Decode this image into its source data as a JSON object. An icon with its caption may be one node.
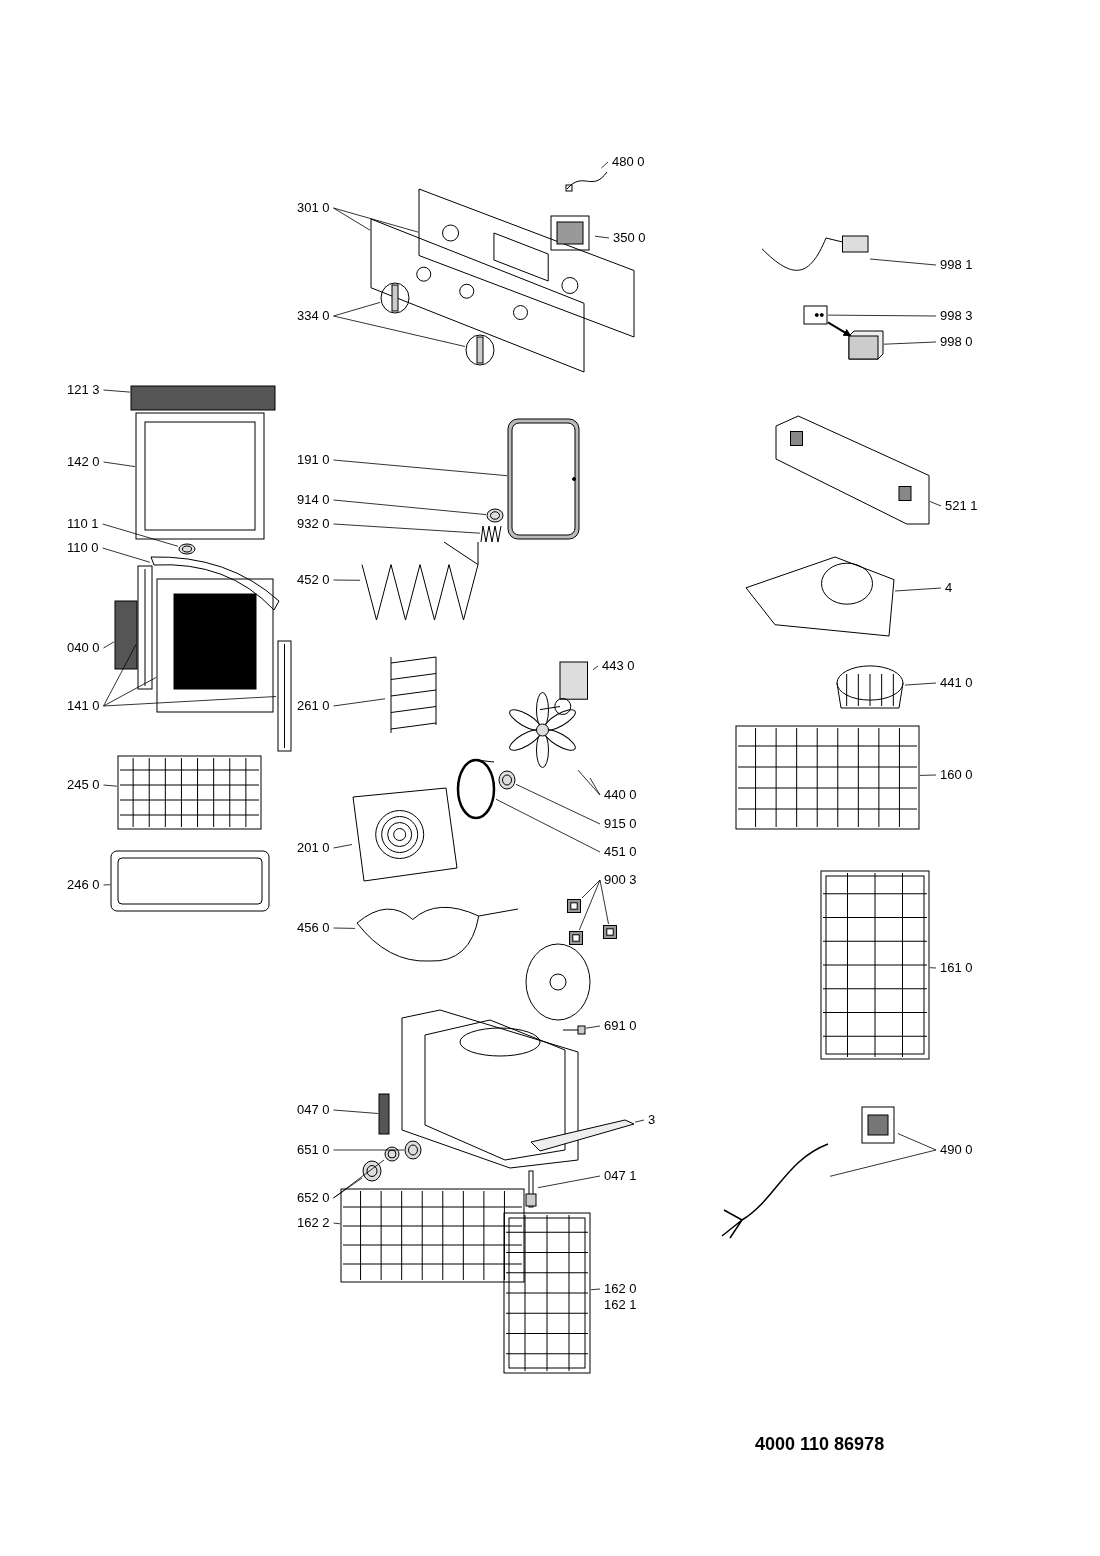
{
  "diagram": {
    "nodes": [
      {
        "text": [
          "480 0"
        ]
      },
      {
        "text": [],
        "shape": "picture"
      },
      {
        "text": [
          "301 0"
        ]
      },
      {
        "text": [],
        "shape": "picture"
      },
      {
        "text": [],
        "shape": "picture"
      },
      {
        "text": [
          "350 0"
        ]
      },
      {
        "text": [],
        "shape": "picture"
      },
      {
        "text": [
          "334 0"
        ]
      },
      {
        "text": [],
        "shape": "picture"
      },
      {
        "text": [],
        "shape": "picture"
      },
      {
        "text": [
          "998 1"
        ]
      },
      {
        "text": [],
        "shape": "picture"
      },
      {
        "text": [
          "998 3"
        ]
      },
      {
        "text": [],
        "shape": "picture"
      },
      {
        "text": [
          "998 0"
        ]
      },
      {
        "text": [],
        "shape": "picture"
      },
      {
        "text": [
          "121 3"
        ]
      },
      {
        "text": [],
        "shape": "bar"
      },
      {
        "text": [
          "142 0"
        ]
      },
      {
        "text": [],
        "shape": "picture"
      },
      {
        "text": [
          "191 0"
        ]
      },
      {
        "text": [],
        "shape": "picture"
      },
      {
        "text": [
          "914 0"
        ]
      },
      {
        "text": [],
        "shape": "picture"
      },
      {
        "text": [
          "932 0"
        ]
      },
      {
        "text": [],
        "shape": "picture"
      },
      {
        "text": [
          "110 1"
        ]
      },
      {
        "text": [],
        "shape": "picture"
      },
      {
        "text": [
          "110 0"
        ]
      },
      {
        "text": [],
        "shape": "picture"
      },
      {
        "text": [
          "452 0"
        ]
      },
      {
        "text": [],
        "shape": "picture"
      },
      {
        "text": [
          "040 0"
        ]
      },
      {
        "text": [],
        "shape": "bar"
      },
      {
        "text": [
          "141 0"
        ]
      },
      {
        "text": [],
        "shape": "picture"
      },
      {
        "text": [],
        "shape": "picture"
      },
      {
        "text": [],
        "shape": "picture"
      },
      {
        "text": [
          "261 0"
        ]
      },
      {
        "text": [],
        "shape": "picture"
      },
      {
        "text": [
          "443 0"
        ]
      },
      {
        "text": [],
        "shape": "picture"
      },
      {
        "text": [
          "440 0"
        ]
      },
      {
        "text": [],
        "shape": "picture"
      },
      {
        "text": [
          "915 0"
        ]
      },
      {
        "text": [],
        "shape": "picture"
      },
      {
        "text": [
          "201 0"
        ]
      },
      {
        "text": [],
        "shape": "picture"
      },
      {
        "text": [
          "451 0"
        ]
      },
      {
        "text": [],
        "shape": "picture"
      },
      {
        "text": [
          "245 0"
        ]
      },
      {
        "text": [],
        "shape": "picture"
      },
      {
        "text": [
          "246 0"
        ]
      },
      {
        "text": [],
        "shape": "picture"
      },
      {
        "text": [
          "900 3"
        ]
      },
      {
        "text": [],
        "shape": "box"
      },
      {
        "text": [],
        "shape": "box"
      },
      {
        "text": [],
        "shape": "box"
      },
      {
        "text": [
          "456 0"
        ]
      },
      {
        "text": [],
        "shape": "picture"
      },
      {
        "text": [
          "691 0"
        ]
      },
      {
        "text": [],
        "shape": "picture"
      },
      {
        "text": [
          "047 0"
        ]
      },
      {
        "text": [],
        "shape": "bar"
      },
      {
        "text": [
          "3"
        ]
      },
      {
        "text": [],
        "shape": "picture"
      },
      {
        "text": [
          "651 0"
        ]
      },
      {
        "text": [],
        "shape": "picture"
      },
      {
        "text": [
          "652 0"
        ]
      },
      {
        "text": [],
        "shape": "picture"
      },
      {
        "text": [],
        "shape": "picture"
      },
      {
        "text": [
          "047 1"
        ]
      },
      {
        "text": [],
        "shape": "picture"
      },
      {
        "text": [
          "162 2"
        ]
      },
      {
        "text": [],
        "shape": "picture"
      },
      {
        "text": [
          "162 0",
          "162 1"
        ]
      },
      {
        "text": [],
        "shape": "picture"
      },
      {
        "text": [
          "521 1"
        ]
      },
      {
        "text": [],
        "shape": "picture"
      },
      {
        "text": [
          "4"
        ]
      },
      {
        "text": [],
        "shape": "picture"
      },
      {
        "text": [
          "441 0"
        ]
      },
      {
        "text": [],
        "shape": "picture"
      },
      {
        "text": [
          "160 0"
        ]
      },
      {
        "text": [],
        "shape": "picture"
      },
      {
        "text": [
          "161 0"
        ]
      },
      {
        "text": [],
        "shape": "picture"
      },
      {
        "text": [
          "490 0"
        ]
      },
      {
        "text": [],
        "shape": "picture"
      },
      {
        "text": [],
        "shape": "picture"
      }
    ],
    "edges": [
      {
        "from": 0,
        "to": 1,
        "arrow": "none"
      },
      {
        "from": 2,
        "to": 3,
        "arrow": "none"
      },
      {
        "from": 2,
        "to": 4,
        "arrow": "none"
      },
      {
        "from": 5,
        "to": 6,
        "arrow": "none"
      },
      {
        "from": 7,
        "to": 8,
        "arrow": "none"
      },
      {
        "from": 7,
        "to": 9,
        "arrow": "none"
      },
      {
        "from": 10,
        "to": 11,
        "arrow": "none"
      },
      {
        "from": 12,
        "to": 13,
        "arrow": "none"
      },
      {
        "from": 14,
        "to": 15,
        "arrow": "none"
      },
      {
        "from": 16,
        "to": 17,
        "arrow": "none"
      },
      {
        "from": 18,
        "to": 19,
        "arrow": "none"
      },
      {
        "from": 20,
        "to": 21,
        "arrow": "none"
      },
      {
        "from": 22,
        "to": 23,
        "arrow": "none"
      },
      {
        "from": 24,
        "to": 25,
        "arrow": "none"
      },
      {
        "from": 26,
        "to": 27,
        "arrow": "none"
      },
      {
        "from": 28,
        "to": 29,
        "arrow": "none"
      },
      {
        "from": 30,
        "to": 31,
        "arrow": "none"
      },
      {
        "from": 32,
        "to": 33,
        "arrow": "none"
      },
      {
        "from": 34,
        "to": 35,
        "arrow": "none"
      },
      {
        "from": 34,
        "to": 36,
        "arrow": "none"
      },
      {
        "from": 34,
        "to": 37,
        "arrow": "none"
      },
      {
        "from": 38,
        "to": 39,
        "arrow": "none"
      },
      {
        "from": 40,
        "to": 41,
        "arrow": "none"
      },
      {
        "from": 42,
        "to": 43,
        "arrow": "none"
      },
      {
        "from": 42,
        "to": null,
        "arrow": "none"
      },
      {
        "from": 44,
        "to": 45,
        "arrow": "none"
      },
      {
        "from": 46,
        "to": 47,
        "arrow": "none"
      },
      {
        "from": 48,
        "to": 49,
        "arrow": "none"
      },
      {
        "from": 50,
        "to": 51,
        "arrow": "none"
      },
      {
        "from": 52,
        "to": 53,
        "arrow": "none"
      },
      {
        "from": 54,
        "to": 55,
        "arrow": "none"
      },
      {
        "from": 54,
        "to": 56,
        "arrow": "none"
      },
      {
        "from": 54,
        "to": 57,
        "arrow": "none"
      },
      {
        "from": 58,
        "to": 59,
        "arrow": "none"
      },
      {
        "from": 60,
        "to": 61,
        "arrow": "none"
      },
      {
        "from": 62,
        "to": 63,
        "arrow": "none"
      },
      {
        "from": 64,
        "to": 65,
        "arrow": "none"
      },
      {
        "from": 66,
        "to": 67,
        "arrow": "none"
      },
      {
        "from": 68,
        "to": 69,
        "arrow": "none"
      },
      {
        "from": 68,
        "to": 70,
        "arrow": "none"
      },
      {
        "from": 71,
        "to": 72,
        "arrow": "none"
      },
      {
        "from": 73,
        "to": 74,
        "arrow": "none"
      },
      {
        "from": 75,
        "to": 76,
        "arrow": "none"
      },
      {
        "from": 77,
        "to": 78,
        "arrow": "none"
      },
      {
        "from": 79,
        "to": 80,
        "arrow": "none"
      },
      {
        "from": 81,
        "to": 82,
        "arrow": "none"
      },
      {
        "from": 83,
        "to": 84,
        "arrow": "none"
      },
      {
        "from": 85,
        "to": 86,
        "arrow": "none"
      },
      {
        "from": 87,
        "to": 88,
        "arrow": "none"
      },
      {
        "from": 87,
        "to": 89,
        "arrow": "none"
      },
      {
        "from": 13,
        "to": 15,
        "arrow": "to"
      }
    ],
    "labels": [
      "4000 110 86978"
    ]
  }
}
